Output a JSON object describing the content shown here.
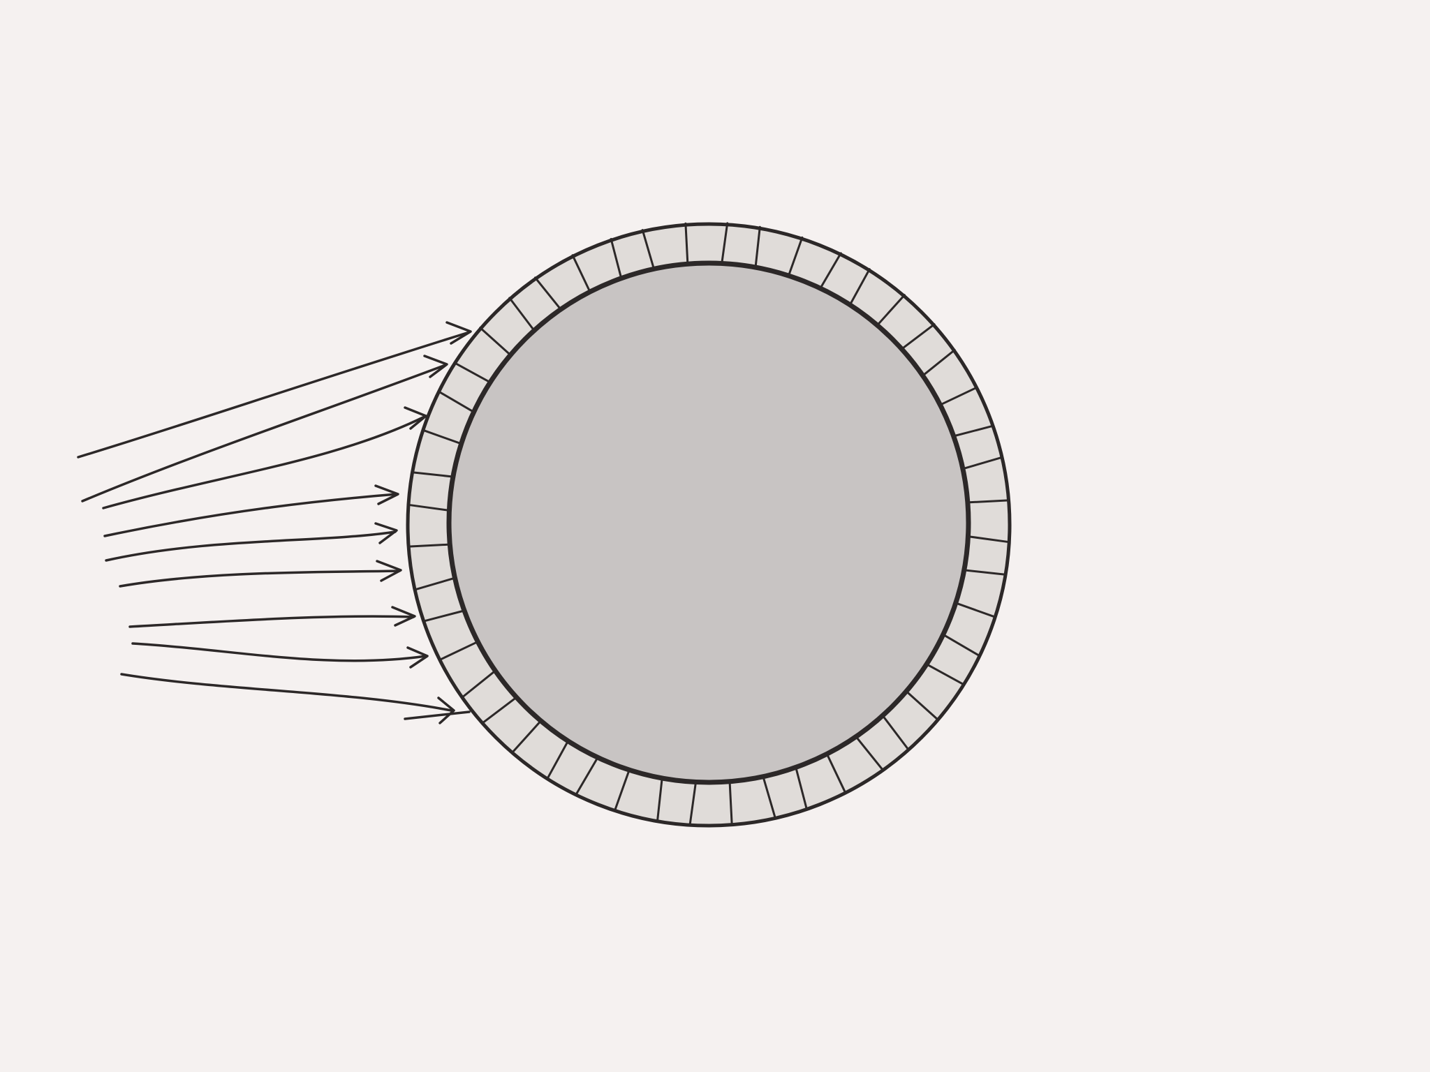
{
  "drawing": {
    "colors": {
      "background": "#f5f1f0",
      "ink": "#2c2828",
      "core_fill": "#c8c4c3",
      "shell_fill": "#e0dcd9"
    },
    "shell_segment_count": 48,
    "incoming_arrow_count": 10,
    "icons": [
      "sphere",
      "segmented-shell",
      "arrow"
    ]
  }
}
